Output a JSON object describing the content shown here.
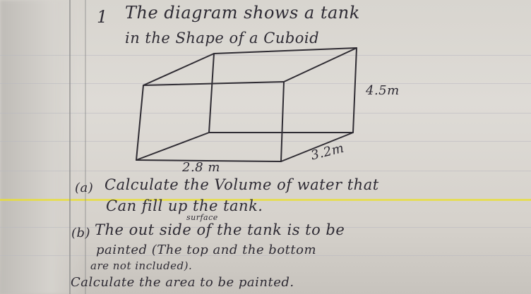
{
  "question_number": "1",
  "intro_line_1": "The diagram shows a tank",
  "intro_line_2": "in the Shape of a Cuboid",
  "diagram": {
    "height_label": "4.5m",
    "depth_label": "3.2m",
    "length_label": "2.8 m"
  },
  "part_a": {
    "marker": "(a)",
    "line_1": "Calculate the Volume of water that",
    "line_2": "Can fill up the tank."
  },
  "part_b": {
    "marker": "(b)",
    "line_1": "The out side of the tank is to be",
    "insert_word": "surface",
    "line_2": "painted (The top and the bottom",
    "line_3": "are not included).",
    "line_4": "Calculate the area to be painted."
  }
}
